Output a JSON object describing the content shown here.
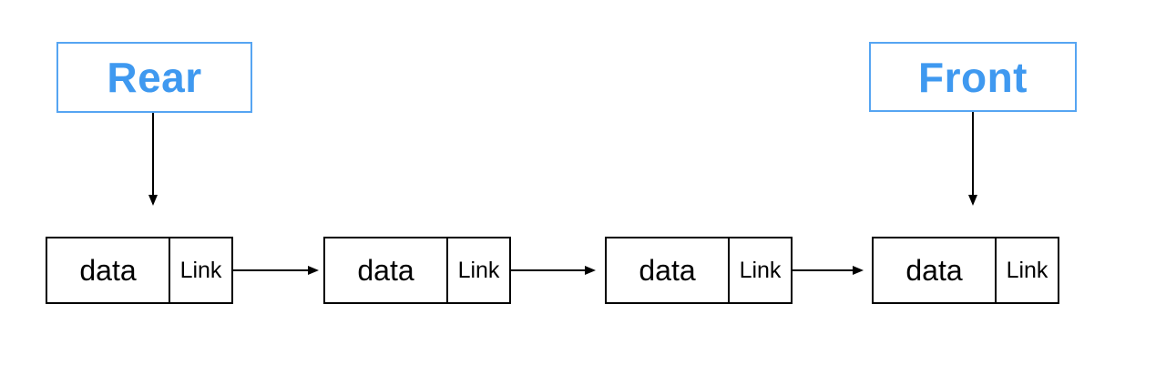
{
  "pointers": {
    "rear": {
      "label": "Rear"
    },
    "front": {
      "label": "Front"
    }
  },
  "nodes": [
    {
      "data": "data",
      "link": "Link"
    },
    {
      "data": "data",
      "link": "Link"
    },
    {
      "data": "data",
      "link": "Link"
    },
    {
      "data": "data",
      "link": "Link"
    }
  ],
  "colors": {
    "pointer_text": "#3f99f0",
    "pointer_border": "#56a5f2",
    "node_border": "#000000",
    "node_text": "#000000",
    "arrow": "#000000",
    "background": "#ffffff"
  }
}
